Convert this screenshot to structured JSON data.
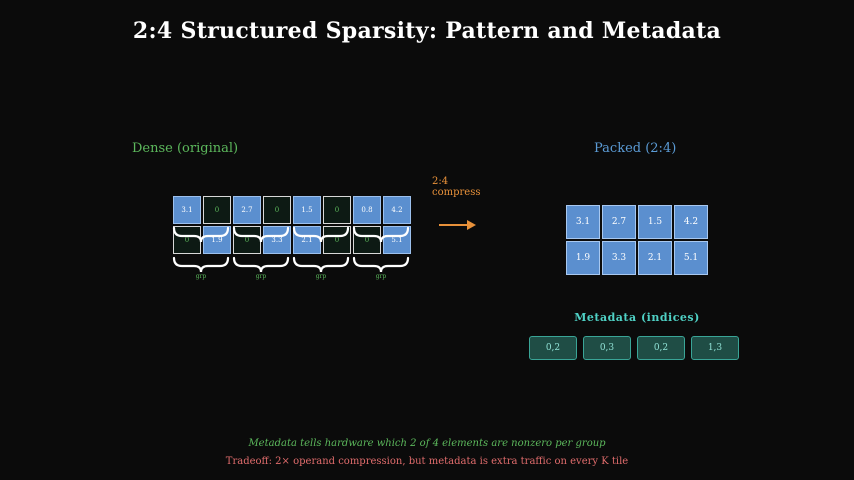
{
  "title": "2:4 Structured Sparsity: Pattern and Metadata",
  "dense": {
    "label": "Dense (original)",
    "row1": [
      "3.1",
      "0",
      "2.7",
      "0",
      "1.5",
      "0",
      "0.8",
      "4.2"
    ],
    "row2": [
      "0",
      "1.9",
      "0",
      "3.3",
      "2.1",
      "0",
      "0",
      "5.1"
    ],
    "group_label": "grp"
  },
  "arrow_label": "2:4\ncompress",
  "packed": {
    "label": "Packed (2:4)",
    "row1": [
      "3.1",
      "2.7",
      "1.5",
      "4.2"
    ],
    "row2": [
      "1.9",
      "3.3",
      "2.1",
      "5.1"
    ]
  },
  "metadata": {
    "title": "Metadata (indices)",
    "values": [
      "0,2",
      "0,3",
      "0,2",
      "1,3"
    ]
  },
  "notes": {
    "line1": "Metadata tells hardware which 2 of 4 elements are nonzero per group",
    "line2": "Tradeoff: 2× operand compression, but metadata is extra traffic on every K tile"
  },
  "colors": {
    "dense_label": "#5cb85c",
    "packed_label": "#5b9bd5",
    "arrow": "#e8913a",
    "nonzero_cell": "#5b8fcf",
    "metadata": "#4fd1c5",
    "tradeoff": "#e06c6c"
  }
}
